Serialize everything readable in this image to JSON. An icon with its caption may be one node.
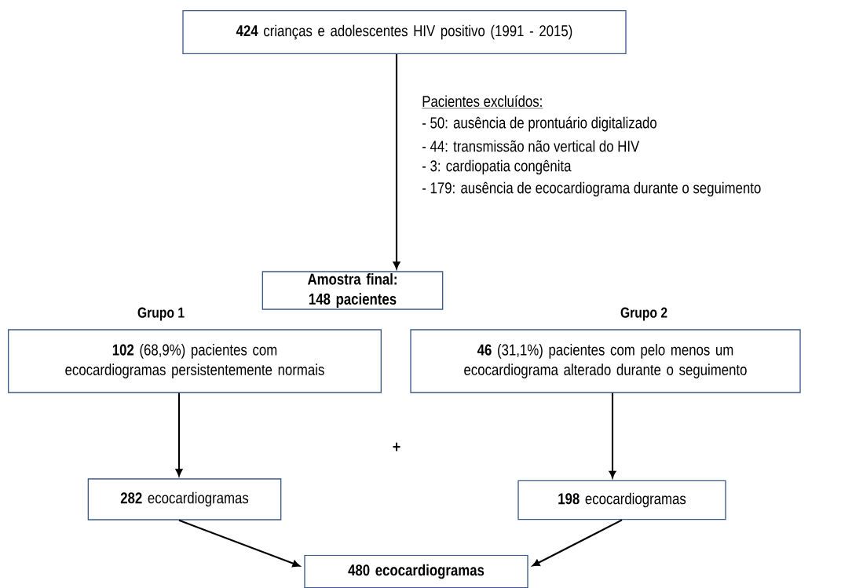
{
  "diagram": {
    "nodes": [
      {
        "text": [
          "**424** crianças e adolescentes HIV positivo (1991 - 2015)"
        ]
      },
      {
        "text": [
          "Amostra final: 148 pacientes"
        ]
      },
      {
        "text": [
          "Grupo 1",
          "**102** (68,9%) pacientes com ecocardiogramas persistentemente normais"
        ]
      },
      {
        "text": [
          "Grupo 2",
          "**46** (31,1%) pacientes com pelo menos um ecocardiograma alterado durante o seguimento"
        ]
      },
      {
        "text": [
          "**282** ecocardiogramas"
        ]
      },
      {
        "text": [
          "**198** ecocardiogramas"
        ]
      },
      {
        "text": [
          "480 ecocardiogramas"
        ]
      }
    ],
    "edges": [
      {
        "from": 0,
        "to": 1,
        "arrow": "to"
      },
      {
        "from": 2,
        "to": 4,
        "arrow": "to"
      },
      {
        "from": 3,
        "to": 5,
        "arrow": "to"
      },
      {
        "from": 4,
        "to": 6,
        "arrow": "to"
      },
      {
        "from": 5,
        "to": 6,
        "arrow": "to"
      }
    ],
    "labels": [
      "Pacientes excluídos:",
      "- 50: ausência de prontuário digitalizado",
      "- 44: transmissão não vertical do HIV",
      "- 3: cardiopatia congênita",
      "- 179: ausência de ecocardiograma durante o seguimento",
      "+"
    ]
  }
}
